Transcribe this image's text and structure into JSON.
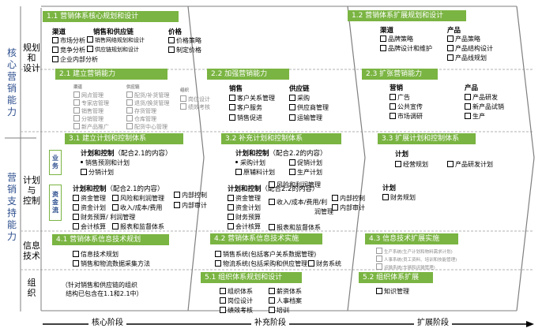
{
  "side_labels": {
    "core": "核\n心\n营\n销\n能\n力",
    "support": "营\n销\n支\n持\n能\n力"
  },
  "row_labels": {
    "planning": "规划\n和\n设计",
    "plan_control": "计划\n与\n控制",
    "it": "信息\n技术",
    "org": "组\n织"
  },
  "sub_tags": {
    "business": "业\n务",
    "finance": "资\n金\n流"
  },
  "phases": {
    "core": "核心阶段",
    "supplement": "补充阶段",
    "expand": "扩展阶段"
  },
  "sec_1_1": {
    "title": "1.1   营销体系核心规划和设计",
    "col1_head": "渠道",
    "col1": [
      "市场分析",
      "竞争分析",
      "企业内部分析"
    ],
    "col2_head": "销售和供应链",
    "col2": [
      "销售网络规划和设计",
      "供应链规划和设计"
    ],
    "col3_head": "价格",
    "col3": [
      "价格策略",
      "制定价格"
    ]
  },
  "sec_1_2": {
    "title": "1.2   营销体系扩展规划和设计",
    "col1_head": "渠道",
    "col1": [
      "品牌策略",
      "品牌设计和维护"
    ],
    "col2_head": "产品",
    "col2": [
      "产品策略",
      "产品结构设计",
      "产品线规划"
    ]
  },
  "sec_2_1": {
    "title": "2.1   建立营销能力",
    "col1_head": "渠道",
    "col1": [
      "网点管理",
      "专家店管理",
      "销售管理",
      "分销管理",
      "新产品推广"
    ],
    "col2_head": "供应链",
    "col2": [
      "配货/补货管理",
      "退货/换货管理",
      "存货管理",
      "仓库管理",
      "配货中心管理"
    ],
    "col3_head": "组织",
    "col3": [
      "岗位设计",
      "绩效考核"
    ]
  },
  "sec_2_2": {
    "title": "2.2   加强营销能力",
    "col1_head": "销售",
    "col1": [
      "客户关系管理",
      "客户服务",
      "销售促进"
    ],
    "col2_head": "供应链",
    "col2": [
      "采购",
      "供应商管理",
      "运输管理"
    ]
  },
  "sec_2_3": {
    "title": "2.3   扩张营销能力",
    "col1_head": "营销",
    "col1": [
      "广告",
      "公共宣传",
      "市场调研"
    ],
    "col2_head": "产品",
    "col2": [
      "产品研发",
      "新产品试销",
      "生产"
    ]
  },
  "sec_3_1": {
    "title": "3.1   建立计划和控制体系",
    "biz_head": "计划和控制",
    "biz_head_note": "（配合2.1的内容）",
    "biz": [
      "销售预测和计划",
      "分销计划"
    ],
    "fin_head": "计划和控制",
    "fin_head_note": "（配合2.1的内容）",
    "fin_left": [
      "资金管理",
      "资金计划",
      "财务预算/ 利润管理",
      "会计核算"
    ],
    "fin_mid": [
      "风险和利润管理",
      "收入/成本/费用",
      "",
      "报表和监督体系"
    ],
    "fin_right": [
      "内部控制",
      "内部审计"
    ]
  },
  "sec_3_2": {
    "title": "3.2   补充计划和控制体系",
    "biz_head": "计划和控制",
    "biz_head_note": "（配合2.2的内容）",
    "biz_left": [
      "采购计划",
      "原辅料计划"
    ],
    "biz_right": [
      "促销计划",
      "生产计划"
    ],
    "fin_head": "计划和控制",
    "fin_head_note": "（配合2.2的内容）",
    "fin_left": [
      "资金管理",
      "资金计划",
      "财务预算",
      "会计核算"
    ],
    "fin_mid": [
      "风险和利润管理",
      "收入/成本/费用/利",
      "润管理",
      "报表和监督体系"
    ],
    "fin_right": [
      "内部控制",
      "内部审计"
    ]
  },
  "sec_3_3": {
    "title": "3.3   扩展计划和控制体系",
    "biz_head": "计划",
    "biz": [
      "经营规划",
      "产品研发计划"
    ],
    "fin_head": "计划",
    "fin": [
      "财务规划"
    ]
  },
  "sec_4_1": {
    "title": "4.1   营销体系信息技术规划",
    "items": [
      "信息技术规划",
      "销售和物流数据采集方法"
    ]
  },
  "sec_4_2": {
    "title": "4.2   营销体系信息技术实施",
    "items": [
      "销售系统(包括客户关系数据管理)",
      "物流系统(包括采购和供应管理)",
      "财务系统"
    ]
  },
  "sec_4_3": {
    "title": "4.3   信息技术扩展实施",
    "items": [
      "生产系统(生产计划和物料需求计划)",
      "人事系统(员工资料、培训和技能管理)",
      "运输系统(车辆和运输管理)"
    ]
  },
  "sec_5_1": {
    "title": "5.1   组织体系规划和设计",
    "col1": [
      "组织体系",
      "岗位设计",
      "绩效考核"
    ],
    "col2": [
      "薪资体系",
      "人事档案",
      "培训"
    ]
  },
  "sec_5_2": {
    "title": "5.2   组织体系扩展",
    "items": [
      "知识管理"
    ]
  },
  "org_note": "（针对销售和供应链的组织\n  结构已包含在1.1和2.1中）",
  "colors": {
    "header_green": "#7ab442",
    "label_blue": "#2e4f8f",
    "line_gray": "#7f7f7f"
  }
}
